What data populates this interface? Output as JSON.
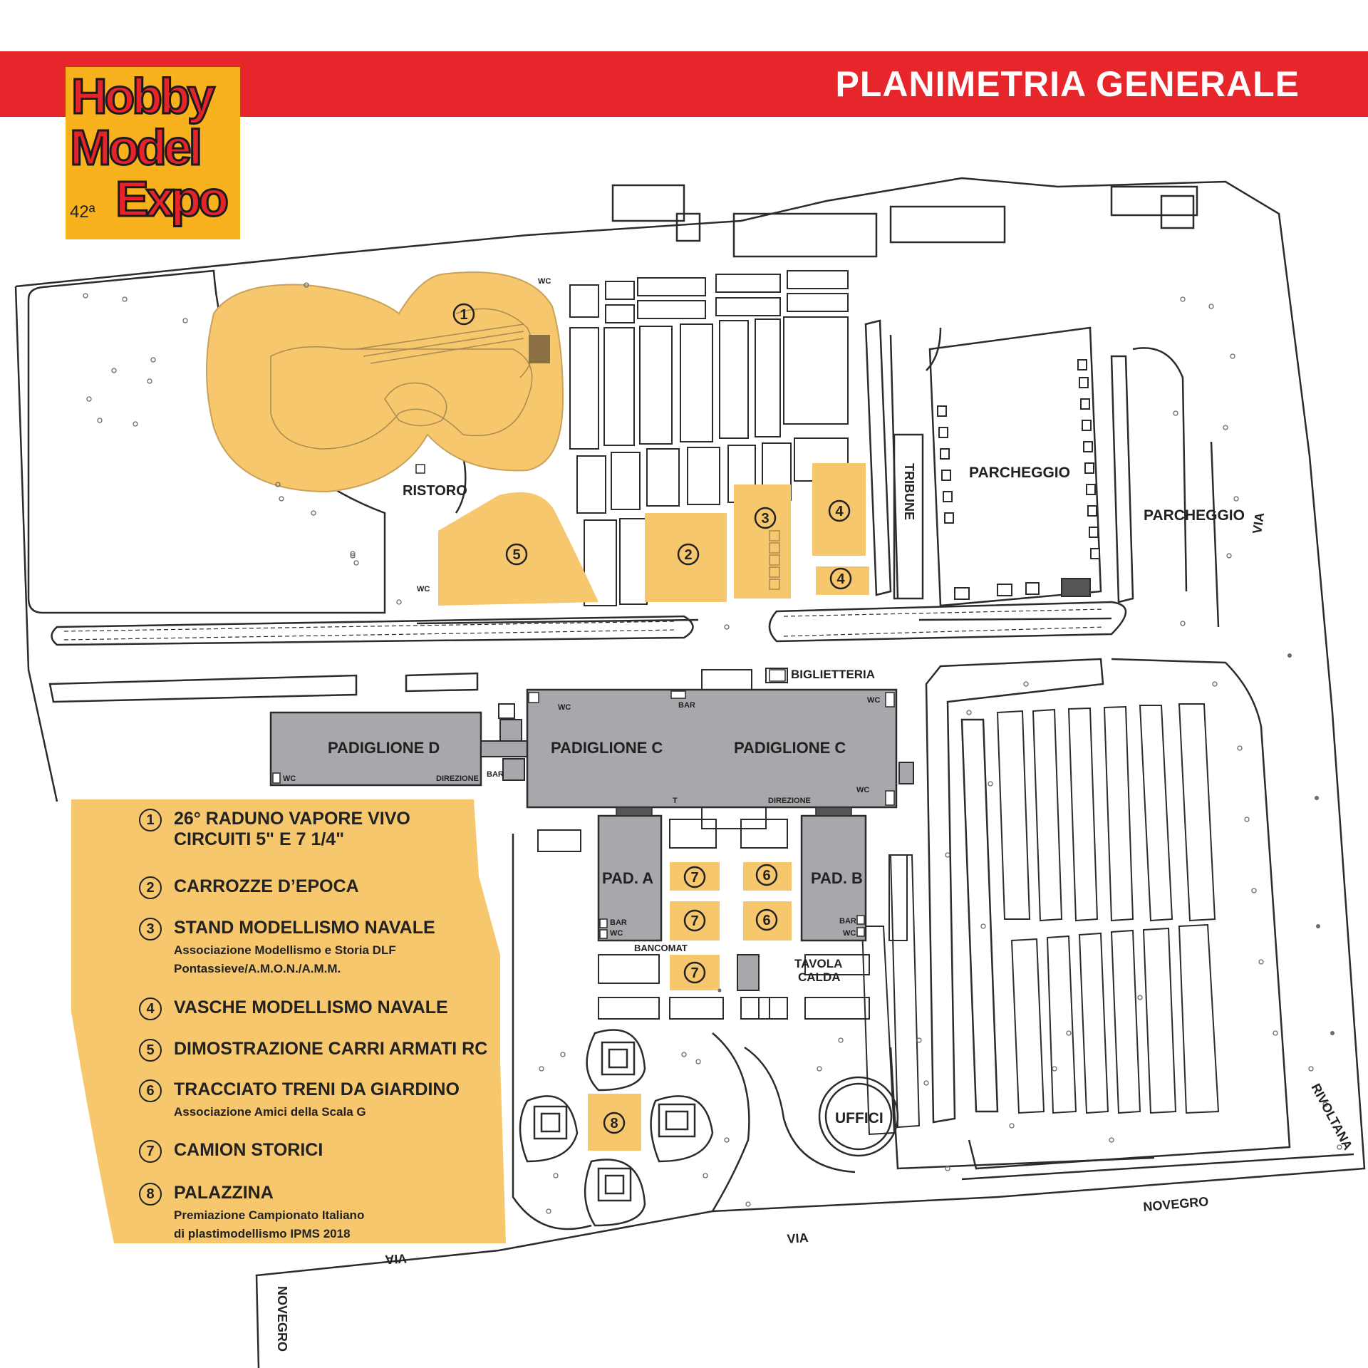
{
  "header": {
    "title": "PLANIMETRIA GENERALE"
  },
  "logo": {
    "line1": "Hobby",
    "line2": "Model",
    "line3": "Expo",
    "edition": "42ª"
  },
  "colors": {
    "banner": "#e6262b",
    "logo_bg": "#f8b21d",
    "area_highlight": "#f6c76d",
    "pavilion": "#a7a8ab",
    "outline": "#2b2b2b"
  },
  "map_labels": {
    "ristoro": "RISTORO",
    "parcheggio": "PARCHEGGIO",
    "tribune": "TRIBUNE",
    "via": "VIA",
    "biglietteria": "BIGLIETTERIA",
    "padiglione_d": "PADIGLIONE D",
    "padiglione_c": "PADIGLIONE C",
    "pad_a": "PAD. A",
    "pad_b": "PAD. B",
    "bancomat": "BANCOMAT",
    "tavola": "TAVOLA",
    "calda": "CALDA",
    "uffici": "UFFICI",
    "novegro": "NOVEGRO",
    "rivoltana": "RIVOLTANA",
    "wc": "WC",
    "bar": "BAR",
    "direzione": "DIREZIONE",
    "t": "T"
  },
  "markers": [
    "1",
    "2",
    "3",
    "4",
    "5",
    "6",
    "7",
    "8"
  ],
  "legend": [
    {
      "num": "1",
      "title": "26° RADUNO VAPORE VIVO",
      "title2": "CIRCUITI 5\" E 7 1/4\""
    },
    {
      "num": "2",
      "title": "CARROZZE D’EPOCA"
    },
    {
      "num": "3",
      "title": "STAND MODELLISMO NAVALE",
      "sub": "Associazione Modellismo e Storia DLF",
      "sub2": "Pontassieve/A.M.O.N./A.M.M."
    },
    {
      "num": "4",
      "title": "VASCHE MODELLISMO NAVALE"
    },
    {
      "num": "5",
      "title": "DIMOSTRAZIONE CARRI ARMATI RC"
    },
    {
      "num": "6",
      "title": "TRACCIATO TRENI DA GIARDINO",
      "sub": "Associazione Amici della Scala G"
    },
    {
      "num": "7",
      "title": "CAMION STORICI"
    },
    {
      "num": "8",
      "title": "PALAZZINA",
      "sub": "Premiazione Campionato Italiano",
      "sub2": "di plastimodellismo IPMS 2018"
    }
  ]
}
